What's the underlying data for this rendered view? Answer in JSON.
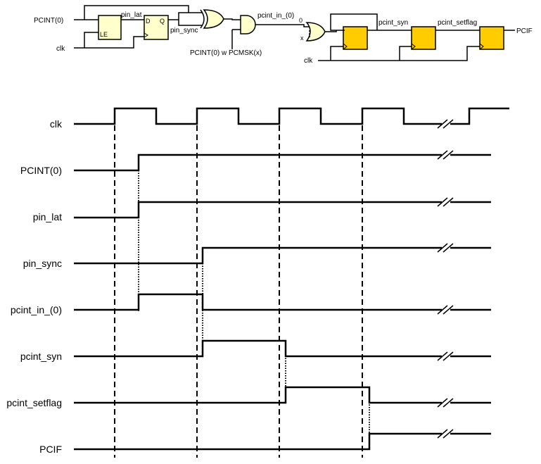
{
  "schematic": {
    "input_label": "PCINT(0)",
    "clk_label": "clk",
    "clk_label_right": "clk",
    "latch_enable": "LE",
    "ff_d": "D",
    "ff_q": "Q",
    "pin_lat": "pin_lat",
    "pin_sync": "pin_sync",
    "mask_label": "PCINT(0) w PCMSK(x)",
    "pcint_in": "pcint_in_(0)",
    "or_in_0": "0",
    "or_in_x": "x",
    "pcint_syn": "pcint_syn",
    "pcint_setflag": "pcint_setflag",
    "output_label": "PCIF",
    "colors": {
      "flipflop_fill": "#FFCC00",
      "latch_fill": "#FFFFCC",
      "gate_fill": "#FFFFCC",
      "line": "#000000"
    }
  },
  "timing": {
    "signals": [
      {
        "name": "clk"
      },
      {
        "name": "PCINT(0)"
      },
      {
        "name": "pin_lat"
      },
      {
        "name": "pin_sync"
      },
      {
        "name": "pcint_in_(0)"
      },
      {
        "name": "pcint_syn"
      },
      {
        "name": "pcint_setflag"
      },
      {
        "name": "PCIF"
      }
    ]
  }
}
